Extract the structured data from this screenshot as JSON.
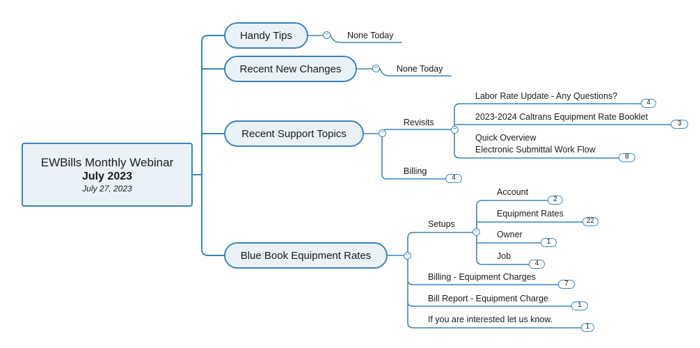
{
  "root": {
    "title": "EWBills Monthly Webinar",
    "subtitle": "July 2023",
    "date": "July 27, 2023"
  },
  "topics": [
    {
      "label": "Handy Tips",
      "note": "None Today"
    },
    {
      "label": "Recent New Changes",
      "note": "None Today"
    },
    {
      "label": "Recent Support Topics",
      "children": [
        {
          "label": "Revisits",
          "children": [
            {
              "label": "Labor Rate Update - Any Questions?",
              "count": "4"
            },
            {
              "label": "2023-2024 Caltrans Equipment Rate Booklet",
              "count": "3"
            },
            {
              "label_line1": "Quick Overview",
              "label_line2": "Electronic Submittal Work Flow",
              "count": "8"
            }
          ]
        },
        {
          "label": "Billing",
          "count": "4"
        }
      ]
    },
    {
      "label": "Blue Book Equipment Rates",
      "children": [
        {
          "label": "Setups",
          "children": [
            {
              "label": "Account",
              "count": "2"
            },
            {
              "label": "Equipment Rates",
              "count": "22"
            },
            {
              "label": "Owner",
              "count": "1"
            },
            {
              "label": "Job",
              "count": "4"
            }
          ]
        },
        {
          "label": "Billing - Equipment Charges",
          "count": "7"
        },
        {
          "label": "Bill Report - Equipment Charge",
          "count": "1"
        },
        {
          "label": "If you are interested let us know.",
          "count": "1"
        }
      ]
    }
  ],
  "collapse_glyph": "−",
  "colors": {
    "line": "#3a83bf",
    "node_fill": "#eaf2f9",
    "text": "#1a1a1a"
  }
}
